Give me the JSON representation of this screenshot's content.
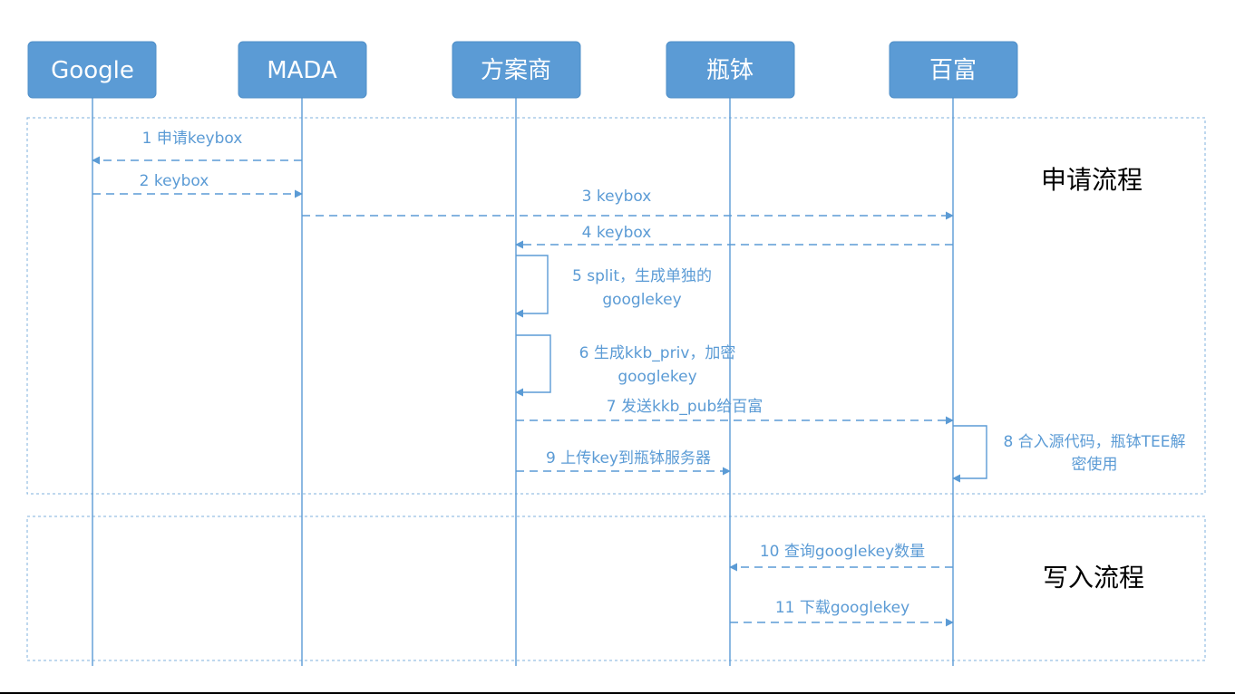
{
  "actors": [
    {
      "id": "google",
      "label": "Google"
    },
    {
      "id": "mada",
      "label": "MADA"
    },
    {
      "id": "fangan",
      "label": "方案商"
    },
    {
      "id": "pingbo",
      "label": "瓶钵"
    },
    {
      "id": "baifu",
      "label": "百富"
    }
  ],
  "sections": {
    "apply": "申请流程",
    "write": "写入流程"
  },
  "messages": [
    {
      "n": 1,
      "lines": [
        "1 申请keybox"
      ]
    },
    {
      "n": 2,
      "lines": [
        "2 keybox"
      ]
    },
    {
      "n": 3,
      "lines": [
        "3 keybox"
      ]
    },
    {
      "n": 4,
      "lines": [
        "4 keybox"
      ]
    },
    {
      "n": 5,
      "lines": [
        "5 split，生成单独的",
        "googlekey"
      ]
    },
    {
      "n": 6,
      "lines": [
        "6 生成kkb_priv，加密",
        "googlekey"
      ]
    },
    {
      "n": 7,
      "lines": [
        "7 发送kkb_pub给百富"
      ]
    },
    {
      "n": 8,
      "lines": [
        "8 合入源代码，瓶钵TEE解",
        "密使用"
      ]
    },
    {
      "n": 9,
      "lines": [
        "9 上传key到瓶钵服务器"
      ]
    },
    {
      "n": 10,
      "lines": [
        "10 查询googlekey数量"
      ]
    },
    {
      "n": 11,
      "lines": [
        "11 下载googlekey"
      ]
    }
  ],
  "colors": {
    "actor_fill": "#5b9bd5",
    "line": "#5b9bd5",
    "frame": "#7fb0de",
    "label": "#5b9bd5"
  }
}
